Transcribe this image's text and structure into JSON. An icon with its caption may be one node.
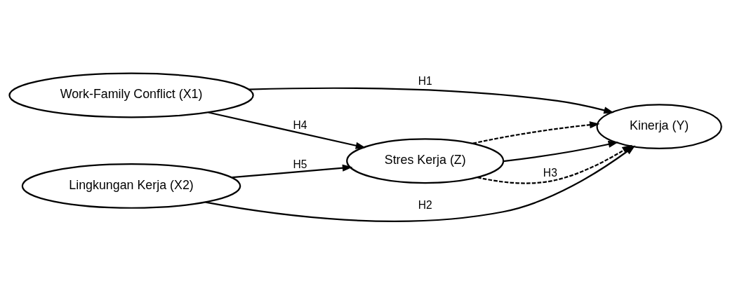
{
  "diagram": {
    "nodes": [
      {
        "text": [
          "Work-Family Conflict (X1)"
        ]
      },
      {
        "text": [
          "Lingkungan Kerja (X2)"
        ]
      },
      {
        "text": [
          "Stres Kerja (Z)"
        ]
      },
      {
        "text": [
          "Kinerja (Y)"
        ]
      }
    ],
    "edges": [
      {
        "from": 0,
        "to": 3,
        "arrow": "to",
        "label": "H1"
      },
      {
        "from": 0,
        "to": 2,
        "arrow": "to",
        "label": "H4"
      },
      {
        "from": 1,
        "to": 2,
        "arrow": "to",
        "label": "H5"
      },
      {
        "from": 1,
        "to": 3,
        "arrow": "to",
        "label": "H2"
      },
      {
        "from": 2,
        "to": 3,
        "arrow": "to",
        "style": "dashed",
        "label": "H3"
      },
      {
        "from": 2,
        "to": 3,
        "arrow": "to"
      },
      {
        "from": 2,
        "to": 3,
        "arrow": "to",
        "style": "dashed"
      }
    ]
  }
}
